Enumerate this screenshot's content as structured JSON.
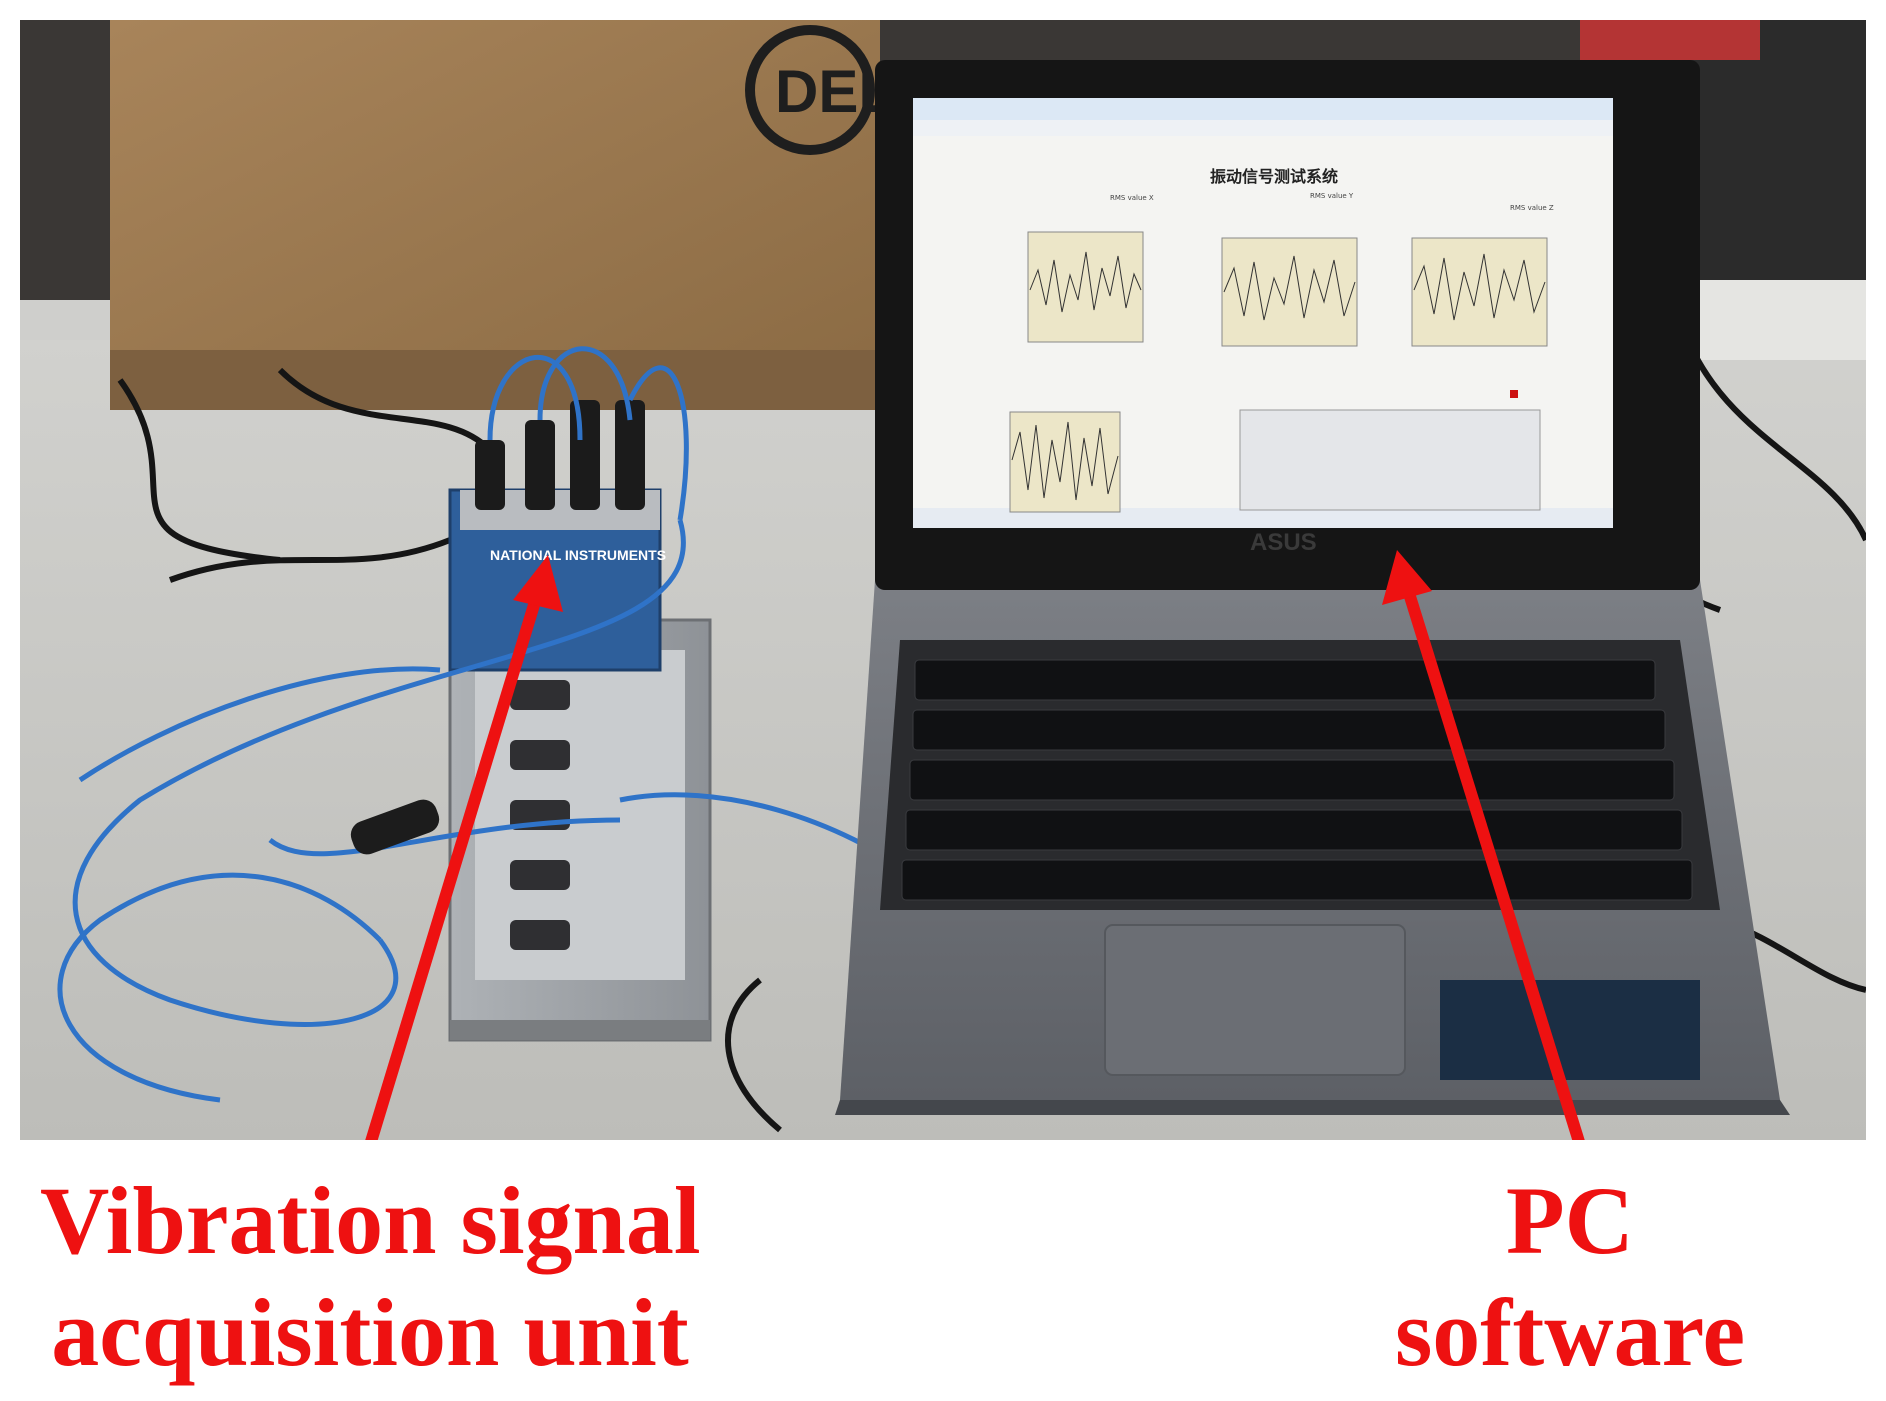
{
  "caption_left": {
    "line1": "Vibration signal",
    "line2": "acquisition unit"
  },
  "caption_right": {
    "line1": "PC",
    "line2": "software"
  },
  "screen": {
    "title": "振动信号测试系统",
    "rms_x": "RMS value X",
    "rms_y": "RMS value Y",
    "rms_z": "RMS value Z",
    "brand_laptop": "ASUS",
    "brand_daq": "NATIONAL INSTRUMENTS",
    "brand_box": "DELL"
  },
  "colors": {
    "arrow": "#ee1111",
    "caption": "#ee1111",
    "cable": "#2f73c8"
  }
}
